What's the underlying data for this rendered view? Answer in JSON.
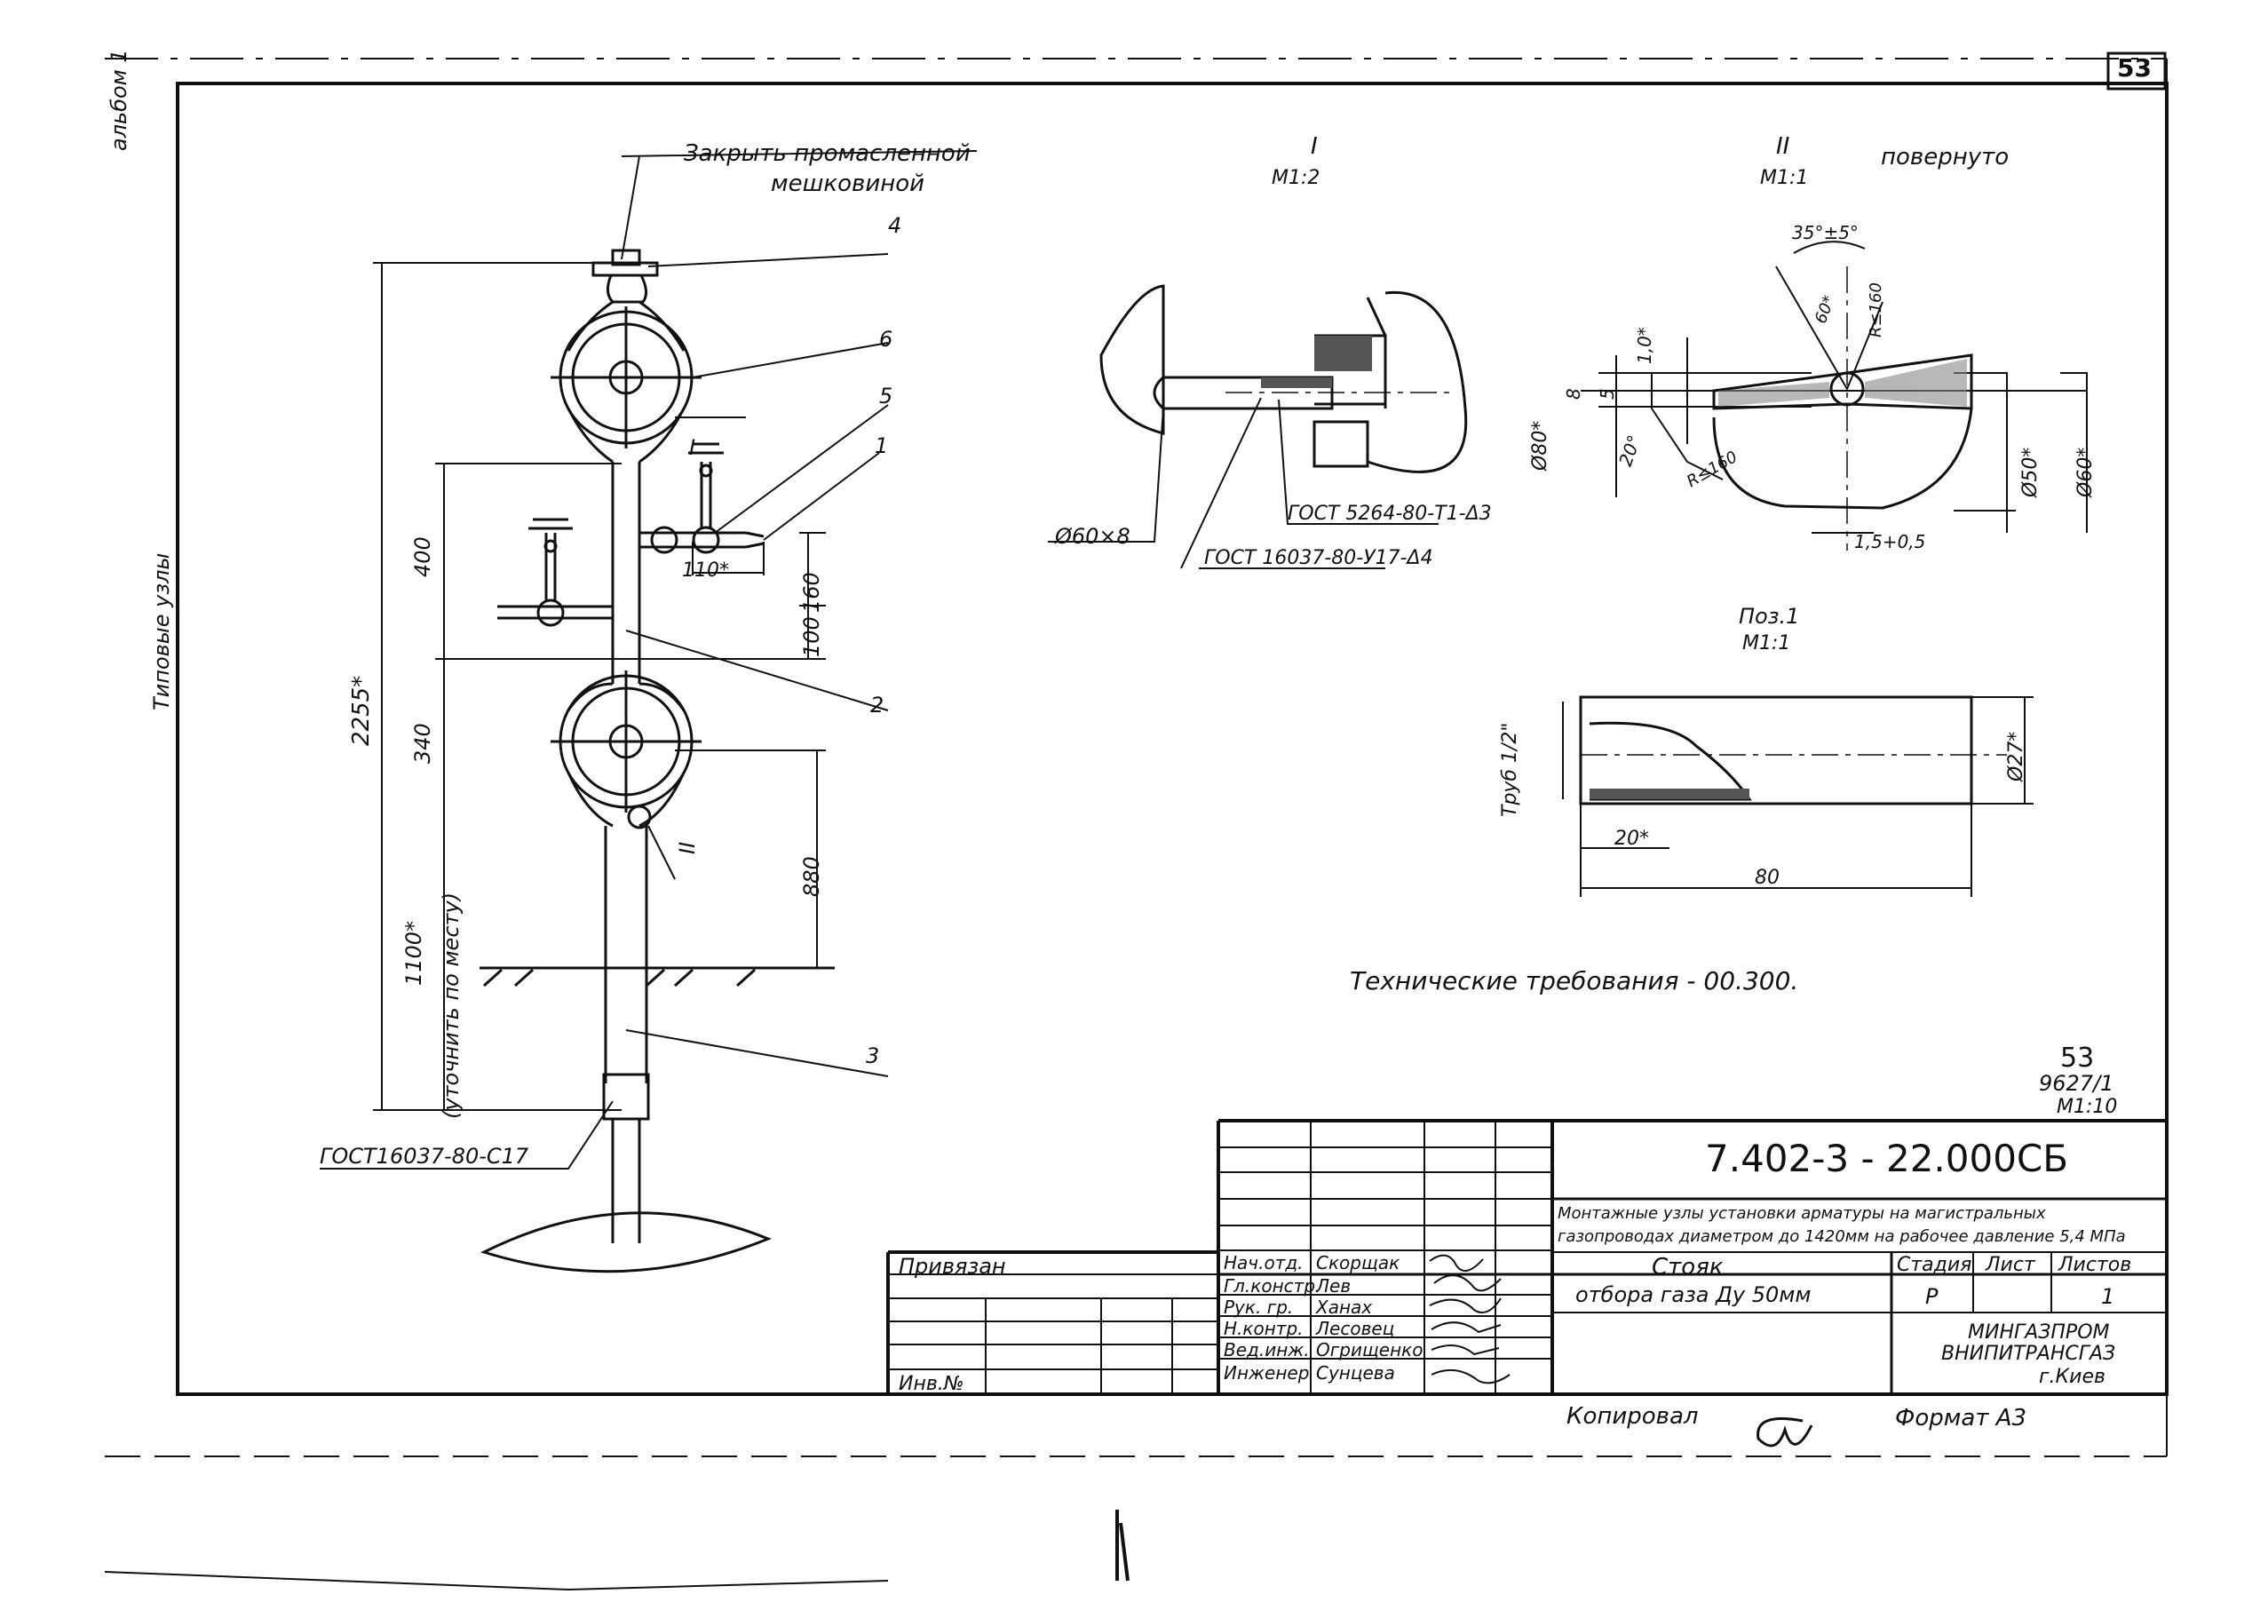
{
  "page_number": "53",
  "left_margin": {
    "album": "альбом 1",
    "section": "Типовые узлы"
  },
  "main_view": {
    "note_line1": "Закрыть промасленной",
    "note_line2": "мешковиной",
    "positions": [
      "4",
      "6",
      "5",
      "1",
      "2",
      "3"
    ],
    "view_mark_I": "I",
    "view_mark_II": "II",
    "dims": {
      "d2255": "2255*",
      "d400": "400",
      "d340": "340",
      "d1100": "1100*",
      "d1100_note": "(уточнить по месту)",
      "d110": "110*",
      "d160": "160",
      "d100": "100",
      "d880": "880"
    },
    "gost_bottom": "ГОСТ16037-80-С17"
  },
  "view_I": {
    "title": "I",
    "scale": "М1:2",
    "d60x8": "Ø60×8",
    "gost1": "ГОСТ 5264-80-Т1-Δ3",
    "gost2": "ГОСТ 16037-80-У17-Δ4"
  },
  "view_II": {
    "title": "II",
    "scale": "М1:1",
    "rotated": "повернуто",
    "angle": "35°±5°",
    "r60": "60*",
    "r160a": "R≤160",
    "d8": "8",
    "d5": "5",
    "d10": "1,0*",
    "d20": "20°",
    "r160b": "R≤160",
    "d80": "Ø80*",
    "d50": "Ø50*",
    "d60": "Ø60*",
    "d15": "1,5+0,5"
  },
  "pos1": {
    "title": "Поз.1",
    "scale": "М1:1",
    "pipe": "Труб 1/2\"",
    "d20": "20*",
    "d80": "80",
    "d27": "Ø27*"
  },
  "tech_req": "Технические требования - 00.300.",
  "sheet_corner": {
    "num": "53",
    "code": "9627/1",
    "scale": "М1:10"
  },
  "title_block": {
    "doc_code": "7.402-3 - 22.000СБ",
    "description": "Монтажные узлы установки арматуры на магистральных газопроводах диаметром до 1420мм на рабочее давление 5,4 МПа",
    "name_line1": "Стояк",
    "name_line2": "отбора газа Ду 50мм",
    "stage_label": "Стадия",
    "sheet_label": "Лист",
    "sheets_label": "Листов",
    "stage_val": "Р",
    "sheets_val": "1",
    "org_line1": "МИНГАЗПРОМ",
    "org_line2": "ВНИПИТРАНСГАЗ",
    "org_line3": "г.Киев",
    "bound": "Привязан",
    "inv": "Инв.№",
    "roles": [
      {
        "role": "Нач.отд.",
        "name": "Скорщак"
      },
      {
        "role": "Гл.констр.",
        "name": "Лев"
      },
      {
        "role": "Рук. гр.",
        "name": "Ханах"
      },
      {
        "role": "Н.контр.",
        "name": "Лесовец"
      },
      {
        "role": "Вед.инж.",
        "name": "Огрищенко"
      },
      {
        "role": "Инженер",
        "name": "Сунцева"
      }
    ]
  },
  "footer": {
    "copied": "Копировал",
    "format": "Формат А3"
  }
}
